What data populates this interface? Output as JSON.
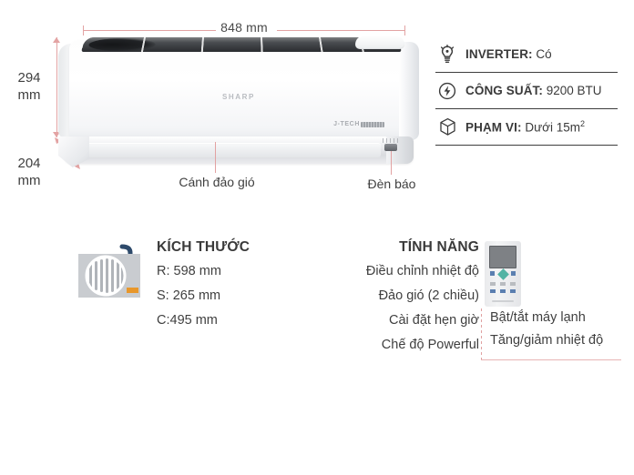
{
  "product": {
    "brand": "SHARP",
    "tech_badge": "J-TECH"
  },
  "dimensions_callouts": {
    "width": {
      "label": "848 mm",
      "name": "width-dimension"
    },
    "height": {
      "label": "294\nmm",
      "line1": "294",
      "line2": "mm"
    },
    "depth": {
      "label": "204\nmm",
      "line1": "204",
      "line2": "mm"
    }
  },
  "part_callouts": [
    {
      "id": "vane",
      "label": "Cánh đảo gió"
    },
    {
      "id": "indicator",
      "label": "Đèn báo"
    }
  ],
  "specs": {
    "rows": [
      {
        "icon": "lightbulb-icon",
        "key": "INVERTER:",
        "value": "Có"
      },
      {
        "icon": "power-bolt-icon",
        "key": "CÔNG SUẤT:",
        "value": "9200 BTU"
      },
      {
        "icon": "room-box-icon",
        "key": "PHẠM VI:",
        "value": "Dưới 15m",
        "sup": "2"
      }
    ]
  },
  "size_block": {
    "title": "KÍCH THƯỚC",
    "lines": [
      "R: 598 mm",
      "S: 265 mm",
      "C:495 mm"
    ],
    "icon": "outdoor-unit-icon"
  },
  "features_block": {
    "title": "TÍNH NĂNG",
    "items": [
      "Điều chỉnh nhiệt độ",
      "Đảo gió (2 chiều)",
      "Cài đặt hẹn giờ",
      "Chế độ Powerful"
    ],
    "remote_icon": "remote-control-icon",
    "remote_functions": [
      "Bật/tắt máy lạnh",
      "Tăng/giảm nhiệt độ"
    ]
  },
  "colors": {
    "dimension_line": "#e3a3a3",
    "text": "#3a3a3a",
    "separator": "#3d3d3d",
    "outdoor_icon_body": "#c9ccd0",
    "outdoor_icon_pipe": "#2e4a6b",
    "outdoor_icon_accent": "#e8972b",
    "remote_button_blue": "#5b7fb0",
    "remote_diamond": "#52b3a4"
  }
}
